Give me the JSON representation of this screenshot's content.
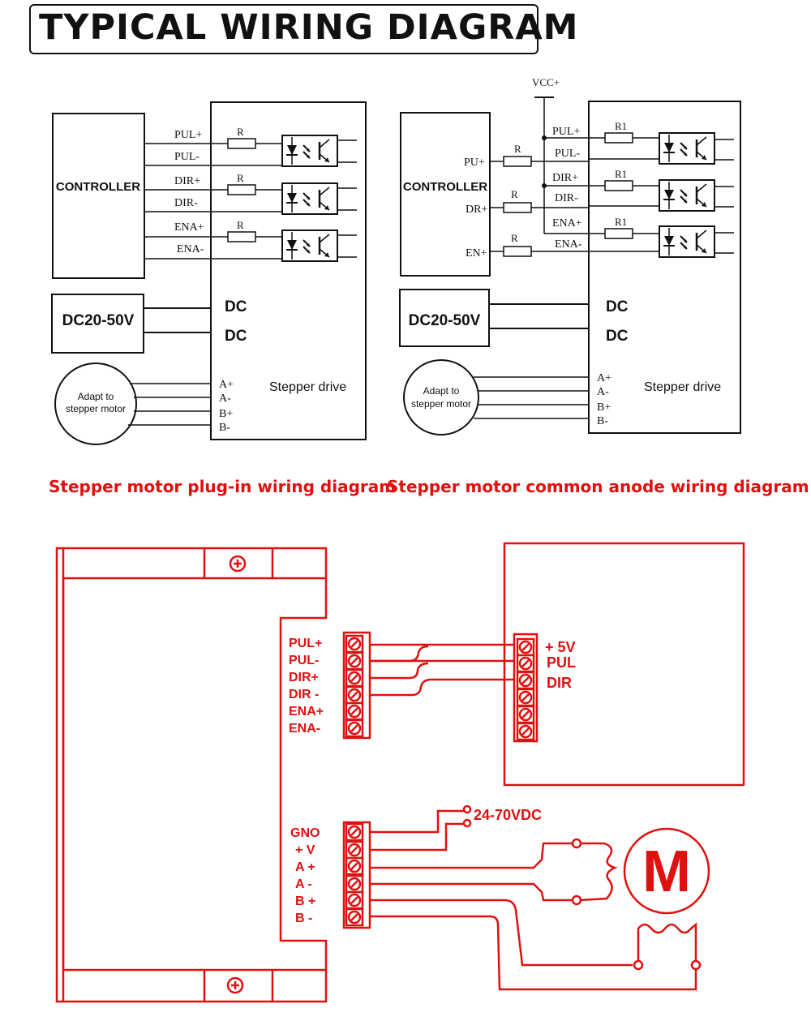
{
  "title": "TYPICAL WIRING DIAGRAM",
  "left_diagram": {
    "controller": "CONTROLLER",
    "power": "DC20-50V",
    "motor": [
      "Adapt to",
      "stepper motor"
    ],
    "drive": "Stepper drive",
    "dc": [
      "DC",
      "DC"
    ],
    "signals": [
      "PUL+",
      "PUL-",
      "DIR+",
      "DIR-",
      "ENA+",
      "ENA-"
    ],
    "resistor": "R",
    "motor_pins": [
      "A+",
      "A-",
      "B+",
      "B-"
    ],
    "caption": "Stepper motor plug-in wiring diagram"
  },
  "right_diagram": {
    "vcc": "VCC+",
    "controller": "CONTROLLER",
    "ctrl_pins": [
      "PU+",
      "DR+",
      "EN+"
    ],
    "resistor_ctrl": "R",
    "resistor_drive": "R1",
    "signals": [
      "PUL+",
      "PUL-",
      "DIR+",
      "DIR-",
      "ENA+",
      "ENA-"
    ],
    "power": "DC20-50V",
    "motor": [
      "Adapt to",
      "stepper motor"
    ],
    "drive": "Stepper drive",
    "dc": [
      "DC",
      "DC"
    ],
    "motor_pins": [
      "A+",
      "A-",
      "B+",
      "B-"
    ],
    "caption": "Stepper motor common anode wiring diagram"
  },
  "bottom": {
    "signal_terminals": [
      "PUL+",
      "PUL-",
      "DIR+",
      "DIR -",
      "ENA+",
      "ENA-"
    ],
    "power_terminals": [
      "GNO",
      "+ V",
      "A +",
      "A -",
      "B +",
      "B -"
    ],
    "controller_labels": [
      "+ 5V",
      "PUL",
      "DIR"
    ],
    "supply": "24-70VDC",
    "motor": "M"
  },
  "colors": {
    "accent": "#e01010",
    "ink": "#111111"
  }
}
